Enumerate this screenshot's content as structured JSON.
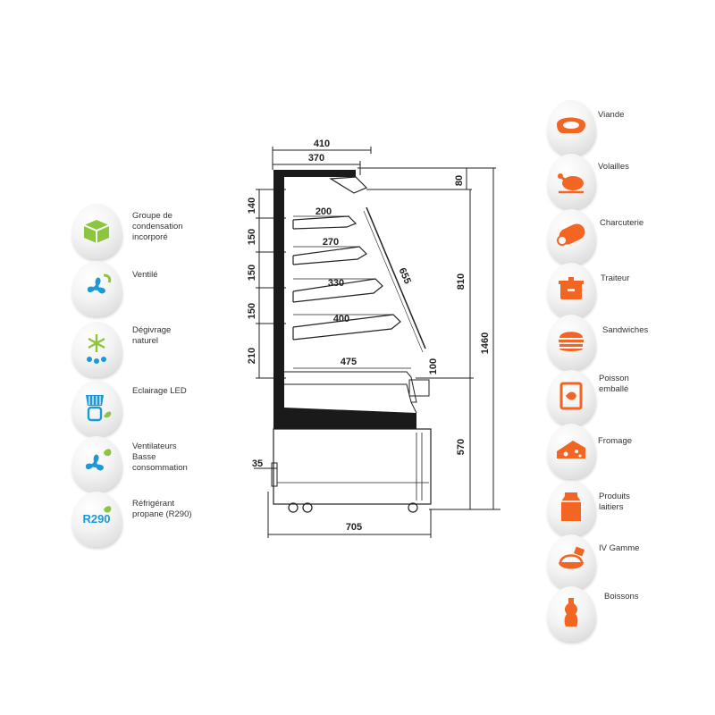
{
  "features": [
    {
      "label": "Groupe de\ncondensation\nincorporé",
      "icon": "condensing-unit-icon"
    },
    {
      "label": "Ventilé",
      "icon": "fan-icon"
    },
    {
      "label": "Dégivrage\nnaturel",
      "icon": "snowflake-defrost-icon"
    },
    {
      "label": "Eclairage LED",
      "icon": "led-bulb-icon"
    },
    {
      "label": "Ventilateurs\nBasse\nconsommation",
      "icon": "low-energy-fan-icon"
    },
    {
      "label": "Réfrigérant\npropane (R290)",
      "icon": "r290-refrigerant-icon",
      "badge": "R290"
    }
  ],
  "products": [
    {
      "label": "Viande",
      "icon": "meat-icon"
    },
    {
      "label": "Volailles",
      "icon": "poultry-icon"
    },
    {
      "label": "Charcuterie",
      "icon": "sausage-icon"
    },
    {
      "label": "Traiteur",
      "icon": "pot-icon"
    },
    {
      "label": "Sandwiches",
      "icon": "burger-icon"
    },
    {
      "label": "Poisson\nemballé",
      "icon": "packaged-fish-icon"
    },
    {
      "label": "Fromage",
      "icon": "cheese-icon"
    },
    {
      "label": "Produits\nlaitiers",
      "icon": "milk-carton-icon"
    },
    {
      "label": "IV Gamme",
      "icon": "salad-bowl-icon"
    },
    {
      "label": "Boissons",
      "icon": "bottle-icon"
    }
  ],
  "dimensions": {
    "top_outer": "410",
    "top_inner": "370",
    "shelf_widths": [
      "200",
      "270",
      "330",
      "400",
      "475"
    ],
    "shelf_spacings": [
      "140",
      "150",
      "150",
      "150",
      "210"
    ],
    "glass_length": "655",
    "canopy_height": "80",
    "display_height": "810",
    "total_height": "1460",
    "front_step": "100",
    "base_height": "570",
    "foot_offset": "35",
    "depth": "705"
  },
  "colors": {
    "green": "#8cc63f",
    "blue": "#1b9ad6",
    "orange": "#f26522"
  }
}
